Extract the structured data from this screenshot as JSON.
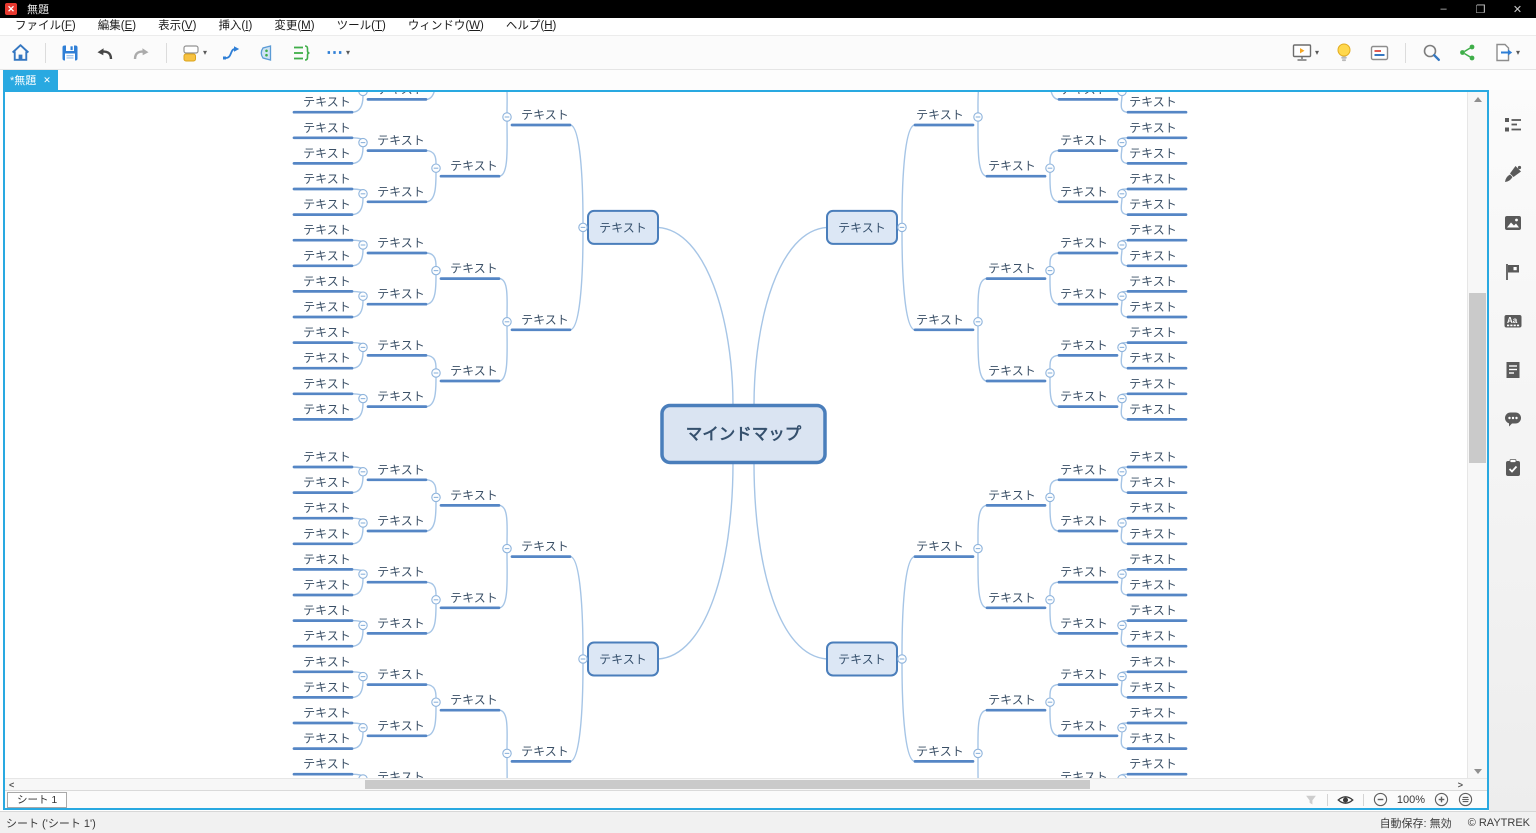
{
  "window": {
    "title": "無題",
    "minimize": "–",
    "restore": "❐",
    "close": "✕"
  },
  "menubar": {
    "items": [
      {
        "label": "ファイル",
        "key": "F"
      },
      {
        "label": "編集",
        "key": "E"
      },
      {
        "label": "表示",
        "key": "V"
      },
      {
        "label": "挿入",
        "key": "I"
      },
      {
        "label": "変更",
        "key": "M"
      },
      {
        "label": "ツール",
        "key": "T"
      },
      {
        "label": "ウィンドウ",
        "key": "W"
      },
      {
        "label": "ヘルプ",
        "key": "H"
      }
    ]
  },
  "toolbar": {
    "more_glyph": "⋯",
    "left_icons": [
      "home",
      "save",
      "undo",
      "redo",
      "topic",
      "relationship",
      "boundary",
      "summary",
      "more"
    ],
    "right_icons": [
      "presentation",
      "lightbulb",
      "zen-mode",
      "search",
      "share",
      "export"
    ]
  },
  "tabbar": {
    "active_title": "*無題",
    "close_glyph": "✕"
  },
  "mindmap": {
    "root_label": "マインドマップ",
    "topic_label": "テキスト",
    "quadrants": [
      "top-left",
      "top-right",
      "bottom-left",
      "bottom-right"
    ],
    "subtopics_per_node": 2,
    "depth_below_main": 4,
    "colors": {
      "accent": "#29a9e1",
      "node_line": "#5586c5",
      "edge": "#a6c5e6",
      "box_border": "#4a7ebb",
      "box_fill": "#dce7f5",
      "root_fill": "#dae4f2",
      "label": "#3a4f66"
    }
  },
  "scroll": {
    "h_left": "<",
    "h_right": ">"
  },
  "sheetbar": {
    "sheet_tab": "シート 1",
    "zoom_value": "100%"
  },
  "statusbar": {
    "sheet_info": "シート ('シート 1')",
    "autosave": "自動保存: 無効",
    "brand": "© RAYTREK"
  }
}
